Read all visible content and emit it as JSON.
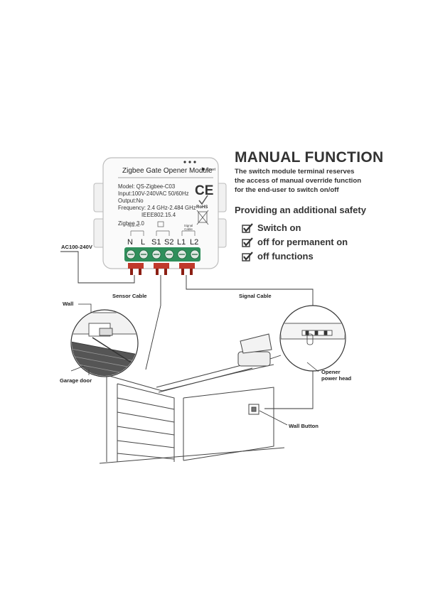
{
  "heading": {
    "title": "MANUAL FUNCTION",
    "description": [
      "The switch module terminal reserves",
      "the access of manual override function",
      "for the end-user to switch on/off"
    ],
    "safety": "Providing an additional safety",
    "features": [
      "Switch on",
      "off for permanent on",
      "off functions"
    ]
  },
  "module": {
    "title": "Zigbee Gate Opener Module",
    "reset_label": "Reset",
    "specs": [
      "Model: QS-Zigbee-C03",
      "Input:100V-240VAC 50/60Hz",
      "Output:No",
      "Frequency: 2.4 GHz-2.484 GHz",
      "IEEE802.15.4",
      "Zigbee 3.0"
    ],
    "ce_mark": "CE",
    "rohs": "RoHS",
    "group_labels": [
      "Input AC",
      "Signal Cable"
    ],
    "terminals": [
      "N",
      "L",
      "S1",
      "S2",
      "L1",
      "L2"
    ]
  },
  "labels": {
    "ac": "AC100-240V",
    "sensor_cable": "Sensor Cable",
    "signal_cable": "Signal Cable",
    "wall": "Wall",
    "garage_door": "Garage door",
    "opener_line1": "Opener",
    "opener_line2": "power head",
    "wall_button": "Wall Button"
  },
  "colors": {
    "terminal_green": "#2f8f5b",
    "wire_red": "#c0392b",
    "line": "#333333"
  }
}
